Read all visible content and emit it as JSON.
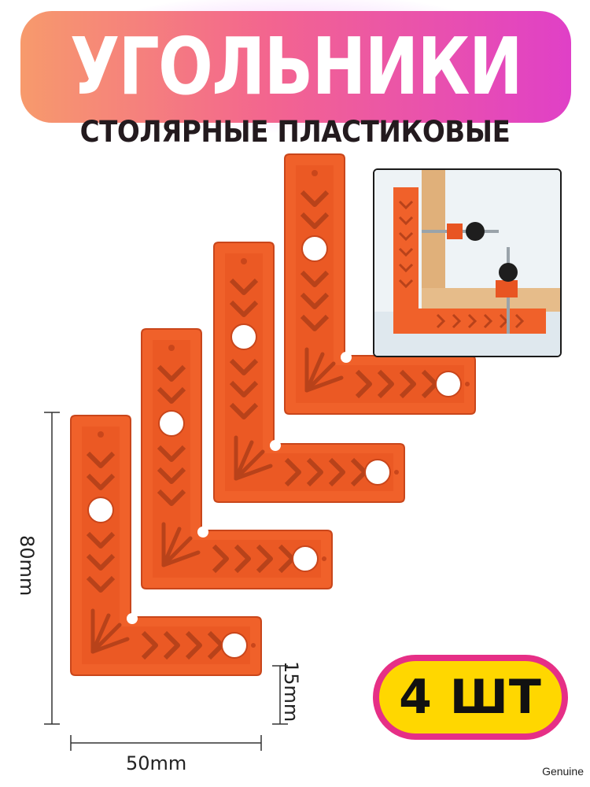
{
  "header": {
    "title": "УГОЛЬНИКИ",
    "subtitle": "СТОЛЯРНЫЕ ПЛАСТИКОВЫЕ"
  },
  "dimensions": {
    "height_label": "80mm",
    "width_label": "50mm",
    "thickness_label": "15mm"
  },
  "badge": {
    "count_label": "4 ШТ"
  },
  "footer": {
    "watermark": "Genuine"
  },
  "colors": {
    "product_orange": "#f0612a",
    "banner_start": "#f79a6c",
    "banner_end": "#e040c7",
    "badge_outer": "#e62f86",
    "badge_inner": "#ffd700"
  },
  "icons": [
    "corner-clamp-square",
    "usage-photo-inset",
    "dimension-arrow"
  ]
}
